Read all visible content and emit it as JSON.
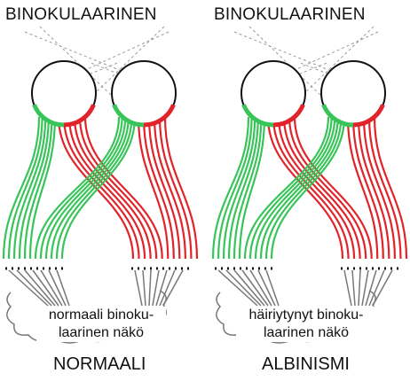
{
  "panels": [
    {
      "heading": "BINOKULAARINEN",
      "caption": "normaali binoku-\nlaarinen näkö",
      "footer": "NORMAALI",
      "pathway": "normal"
    },
    {
      "heading": "BINOKULAARINEN",
      "caption": "häiriytynyt binoku-\nlaarinen näkö",
      "footer": "ALBINISMI",
      "pathway": "crossed"
    }
  ],
  "colors": {
    "green": "#39c45a",
    "red": "#e0242a",
    "outline": "#111111",
    "cortex": "#777777",
    "dashes": "#9a9a9a"
  }
}
